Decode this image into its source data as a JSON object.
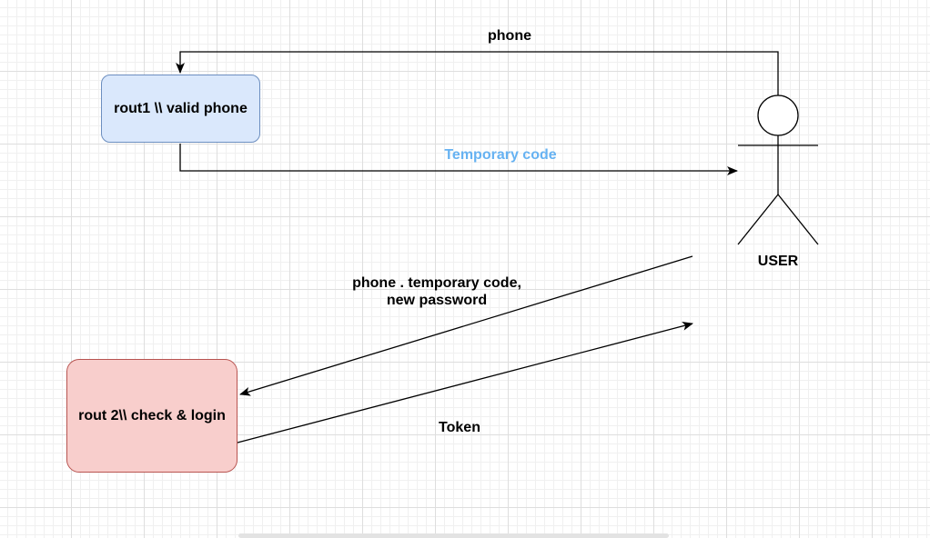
{
  "diagram": {
    "nodes": {
      "route1": {
        "label": "rout1 \\\\ valid phone",
        "fill": "#dae8fc",
        "stroke": "#6c8ebf"
      },
      "route2": {
        "label": "rout 2\\\\ check & login",
        "fill": "#f8cecc",
        "stroke": "#b85450"
      },
      "user": {
        "label": "USER"
      }
    },
    "edges": {
      "phone": {
        "label": "phone"
      },
      "temporary_code": {
        "label": "Temporary code",
        "color": "#66b2f2"
      },
      "credentials": {
        "line1": "phone . temporary code,",
        "line2": "new password"
      },
      "token": {
        "label": "Token"
      }
    }
  },
  "colors": {
    "grid_major": "#dedede",
    "grid_minor": "#f0f0f0",
    "stroke": "#000000"
  }
}
